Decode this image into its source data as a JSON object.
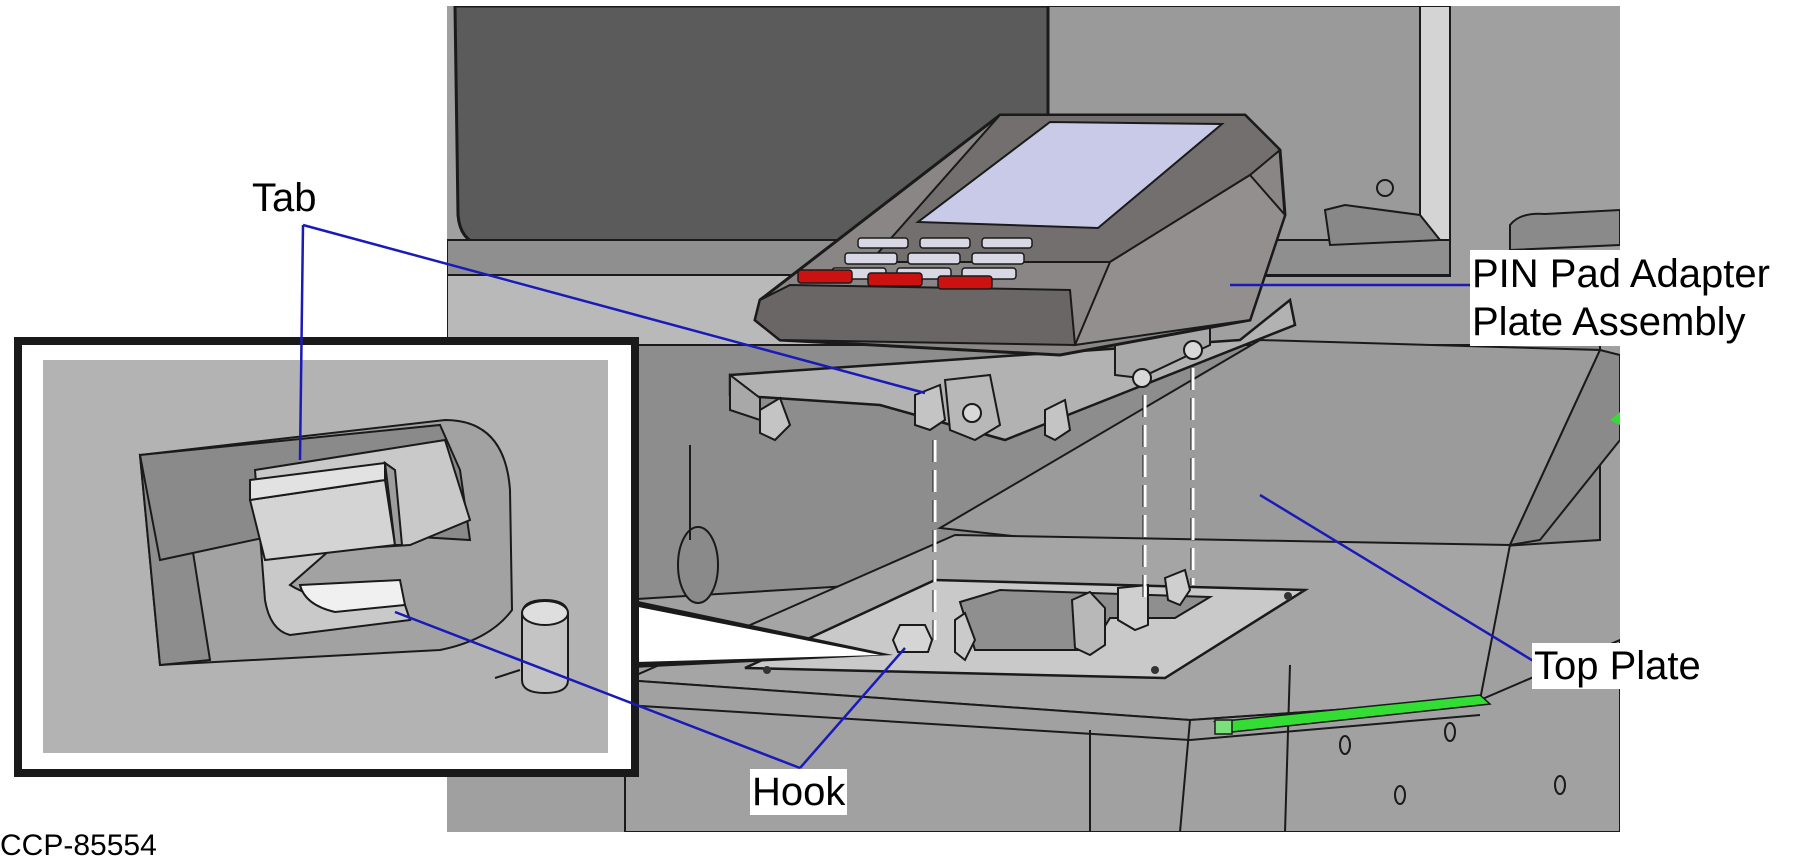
{
  "labels": {
    "tab": "Tab",
    "pin_pad_line1": "PIN Pad Adapter",
    "pin_pad_line2": "Plate Assembly",
    "top_plate": "Top Plate",
    "hook": "Hook",
    "drawing_code": "CCP-85554"
  },
  "colors": {
    "leader": "#1a1ab8",
    "body_dark": "#5b5b5b",
    "body_mid": "#8c8c8c",
    "body_light": "#a9a9a9",
    "screen": "#c9c9e8",
    "keys": "#d8d8e4",
    "red_keys": "#cc1111",
    "led": "#33dd33",
    "outline": "#1a1a1a"
  }
}
